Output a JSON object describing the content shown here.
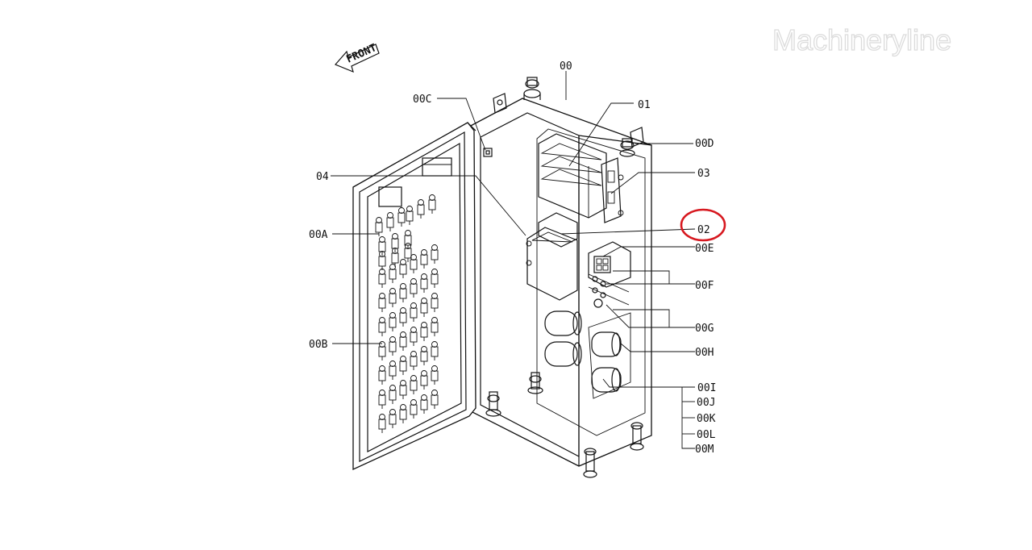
{
  "watermark": "Machineryline",
  "front_label": "FRONT",
  "highlight_color": "#d71920",
  "callouts": {
    "c00": "00",
    "c01": "01",
    "c00C": "00C",
    "c00D": "00D",
    "c03": "03",
    "c04": "04",
    "c02": "02",
    "c00E": "00E",
    "c00A": "00A",
    "c00F": "00F",
    "c00G": "00G",
    "c00H": "00H",
    "c00B": "00B",
    "c00I": "00I",
    "c00J": "00J",
    "c00K": "00K",
    "c00L": "00L",
    "c00M": "00M"
  }
}
